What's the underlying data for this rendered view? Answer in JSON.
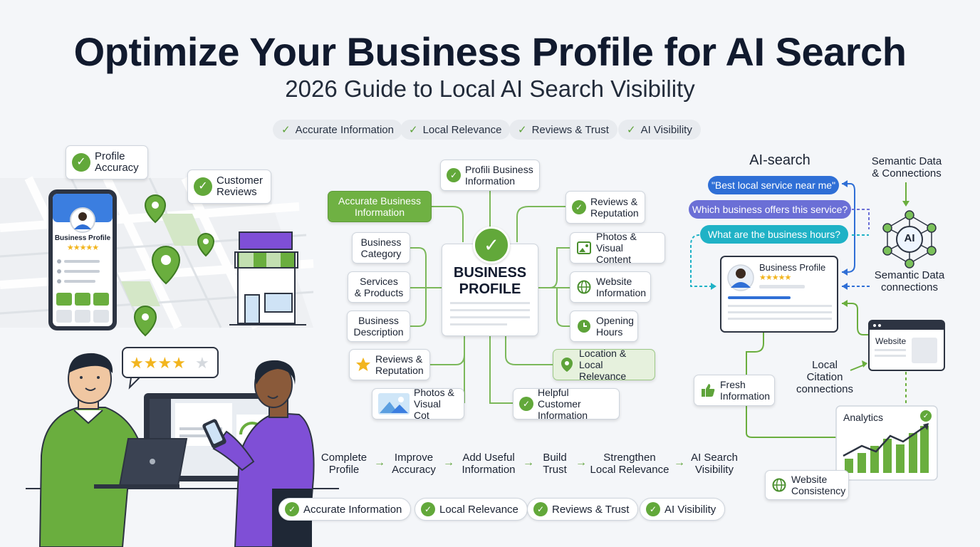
{
  "header": {
    "title": "Optimize Your Business Profile for AI Search",
    "subtitle": "2026 Guide to Local AI Search Visibility"
  },
  "top_pills": [
    "Accurate Information",
    "Local Relevance",
    "Reviews & Trust",
    "AI Visibility"
  ],
  "left": {
    "profile_accuracy": [
      "Profile",
      "Accuracy"
    ],
    "customer_reviews": [
      "Customer",
      "Reviews"
    ],
    "phone_label": "Business Profile",
    "phone_stars": "★★★★★"
  },
  "center": {
    "hub": [
      "BUSINESS",
      "PROFILE"
    ],
    "profile_information": [
      "Profili Business",
      "Information"
    ],
    "accurate_business_information": [
      "Accurate Business",
      "Information"
    ],
    "business_category": [
      "Business",
      "Category"
    ],
    "services_products": [
      "Services",
      "& Products"
    ],
    "business_description": [
      "Business",
      "Description"
    ],
    "reviews_reputation_left": [
      "Reviews &",
      "Reputation"
    ],
    "photos_visual_left": [
      "Photos &",
      "Visual Cot"
    ],
    "reviews_reputation_right": [
      "Reviews &",
      "Reputation"
    ],
    "photos_visual_right": [
      "Photos &",
      "Visual Content"
    ],
    "website_information": [
      "Website",
      "Information"
    ],
    "opening_hours": [
      "Opening",
      "Hours"
    ],
    "location_local": [
      "Location & Local",
      "Relevance"
    ],
    "helpful_customer": [
      "Helpful Customer",
      "Information"
    ]
  },
  "right": {
    "ai_search_label": "AI-search",
    "semantic_top": [
      "Semantic Data",
      "& Connections"
    ],
    "semantic_bottom": [
      "Semantic Data",
      "connections"
    ],
    "queries": [
      "\"Best local service near me\"",
      "Which business offers this service?",
      "What are the business hours?"
    ],
    "ai_node": "AI",
    "profile_card_title": "Business Profile",
    "profile_card_stars": "★★★★★",
    "website_label": "Website",
    "local_citation": [
      "Local",
      "Citation",
      "connections"
    ],
    "fresh_information": [
      "Fresh",
      "Information"
    ],
    "analytics_label": "Analytics",
    "website_consistency": [
      "Website",
      "Consistency"
    ]
  },
  "flow_steps": [
    [
      "Complete",
      "Profile"
    ],
    [
      "Improve",
      "Accuracy"
    ],
    [
      "Add Useful",
      "Information"
    ],
    [
      "Build",
      "Trust"
    ],
    [
      "Strengthen",
      "Local Relevance"
    ],
    [
      "AI Search",
      "Visibility"
    ]
  ],
  "bottom_pills": [
    "Accurate Information",
    "Local Relevance",
    "Reviews & Trust",
    "AI Visibility"
  ],
  "colors": {
    "green": "#62a83a",
    "blue_dark": "#2f6fd6",
    "purple": "#6b6fd6",
    "teal": "#1fb2c6",
    "person_green": "#6aae3e",
    "person_purple": "#7f4fd6"
  }
}
